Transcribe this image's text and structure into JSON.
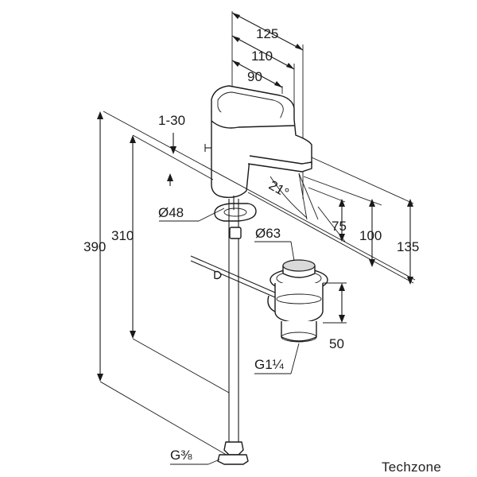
{
  "drawing": {
    "dimensions": {
      "d125": "125",
      "d110": "110",
      "d90": "90",
      "d1_30": "1-30",
      "angle21": "21°",
      "dia48": "Ø48",
      "d75": "75",
      "d100": "100",
      "d135": "135",
      "dia63": "Ø63",
      "d390": "390",
      "d310": "310",
      "d50": "50",
      "g1_1_4": "G1¼",
      "g3_8": "G⅜"
    },
    "watermark": "Techzone"
  }
}
